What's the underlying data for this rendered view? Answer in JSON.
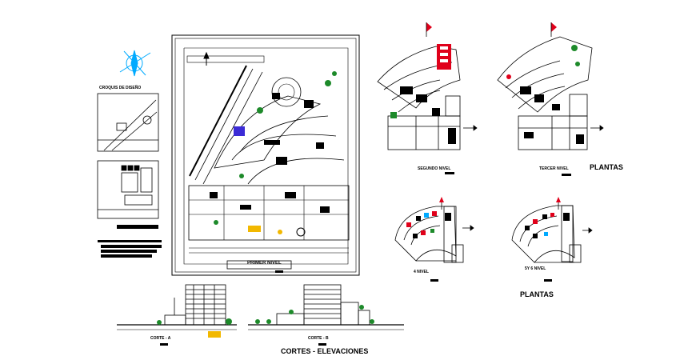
{
  "labels": {
    "croquis": "CROQUIS DE DISEÑO",
    "primer_nivel": "PRIMER NIVEL",
    "segundo_nivel": "SEGUNDO NIVEL",
    "tercer_nivel": "TERCER NIVEL",
    "plantas_top": "PLANTAS",
    "nivel_4": "4 NIVEL",
    "nivel_5": "5Y 6 NIVEL",
    "plantas_bottom": "PLANTAS",
    "corte_a": "CORTE - A",
    "corte_b": "CORTE - B",
    "cortes_elevaciones": "CORTES - ELEVACIONES"
  },
  "colors": {
    "line": "#000000",
    "accent_cyan": "#00aaff",
    "accent_red": "#e0001a",
    "accent_blue": "#3b2bd6",
    "accent_green": "#1d8a2a",
    "accent_yellow": "#f2b800"
  },
  "icons": {
    "north": "north-arrow-icon"
  }
}
